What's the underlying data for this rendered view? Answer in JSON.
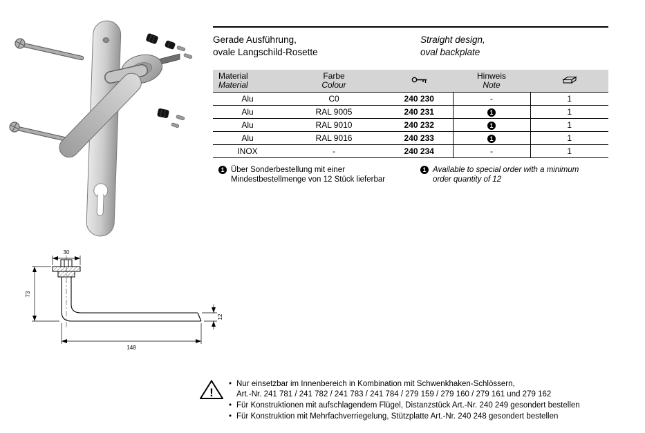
{
  "header": {
    "title_de": "Gerade Ausführung,\novale Langschild-Rosette",
    "title_en": "Straight design,\noval backplate"
  },
  "table": {
    "columns": {
      "material": {
        "de": "Material",
        "en": "Material"
      },
      "colour": {
        "de": "Farbe",
        "en": "Colour"
      },
      "artno_icon": "key-icon",
      "note": {
        "de": "Hinweis",
        "en": "Note"
      },
      "pack_icon": "package-icon"
    },
    "rows": [
      {
        "material": "Alu",
        "colour": "C0",
        "artno": "240 230",
        "note": "-",
        "pack": "1"
      },
      {
        "material": "Alu",
        "colour": "RAL 9005",
        "artno": "240 231",
        "note": "1",
        "pack": "1"
      },
      {
        "material": "Alu",
        "colour": "RAL 9010",
        "artno": "240 232",
        "note": "1",
        "pack": "1"
      },
      {
        "material": "Alu",
        "colour": "RAL 9016",
        "artno": "240 233",
        "note": "1",
        "pack": "1"
      },
      {
        "material": "INOX",
        "colour": "-",
        "artno": "240 234",
        "note": "-",
        "pack": "1"
      }
    ],
    "note_badge_values": [
      "1"
    ]
  },
  "footnotes": {
    "marker": "1",
    "de": "Über Sonderbestellung mit einer\nMindestbestellmenge von 12 Stück lieferbar",
    "en": "Available to special order with a minimum\norder quantity of 12"
  },
  "drawing": {
    "dim_width_top": "30",
    "dim_height_left": "73",
    "dim_length_bottom": "148",
    "dim_tip_height": "12"
  },
  "warnings": {
    "icon": "warning-triangle-icon",
    "exclamation": "!",
    "items": [
      "Nur einsetzbar im Innenbereich in Kombination mit Schwenkhaken-Schlössern,\nArt.-Nr. 241 781 / 241 782 / 241 783 / 241 784 / 279 159 / 279 160 / 279 161 und 279 162",
      "Für Konstruktionen mit aufschlagendem Flügel, Distanzstück Art.-Nr. 240 249 gesondert bestellen",
      "Für Konstruktion mit Mehrfachverriegelung, Stützplatte Art.-Nr. 240 248 gesondert bestellen"
    ]
  }
}
